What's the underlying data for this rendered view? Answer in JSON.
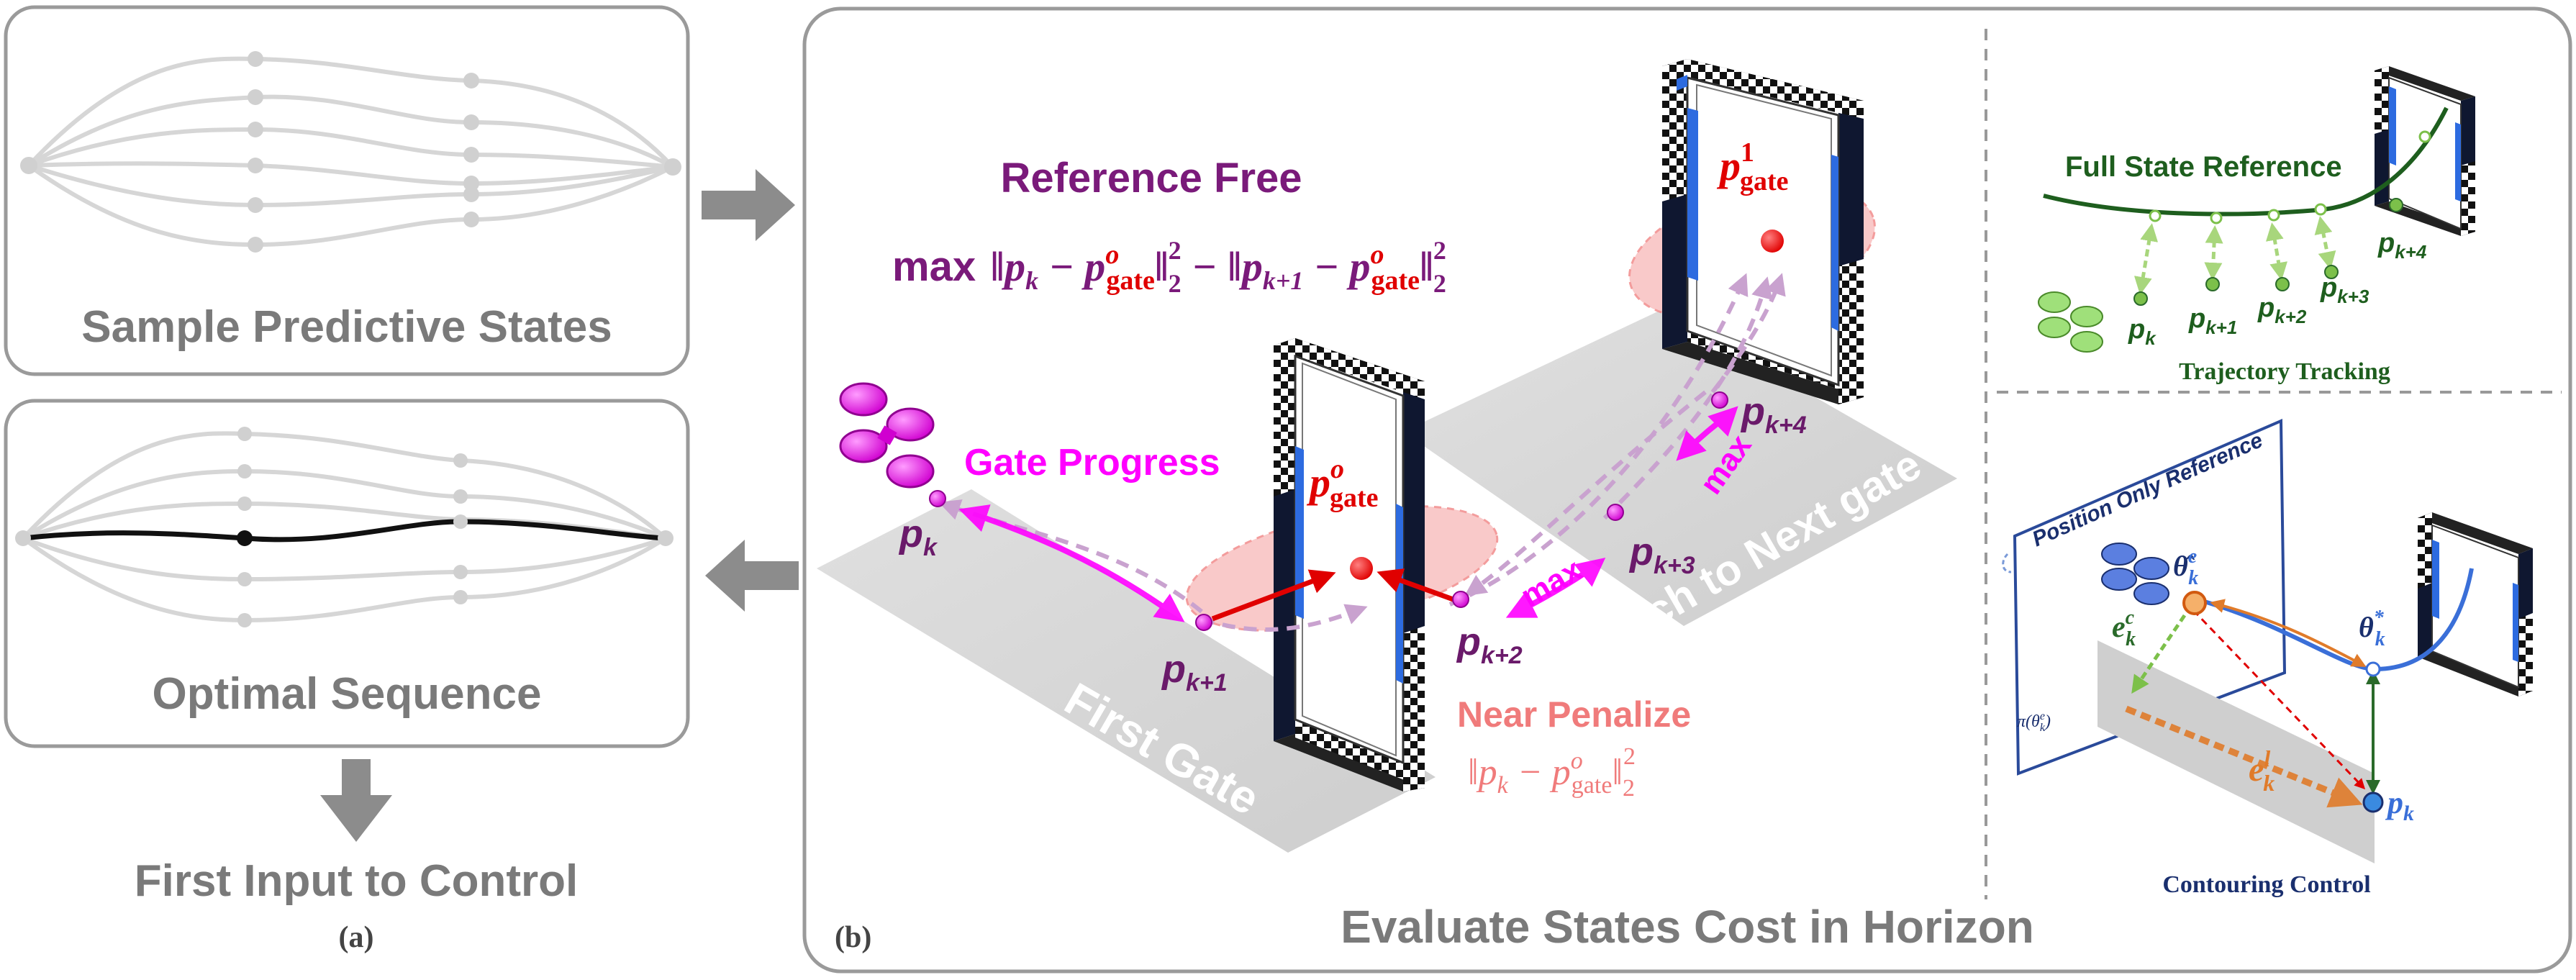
{
  "panel_a": {
    "top_box_title": "Sample Predictive States",
    "bottom_box_title": "Optimal Sequence",
    "output_label": "First Input to Control",
    "caption": "(a)"
  },
  "panel_b": {
    "caption": "(b)",
    "title": "Evaluate States Cost in Horizon",
    "reference_free": {
      "title": "Reference Free",
      "formula_prefix": "max",
      "formula_term1": "‖p",
      "formula_k": "k",
      "formula_minus1": " − p",
      "formula_gate": "gate",
      "formula_o": "o",
      "formula_norm": "‖",
      "formula_sub2": "2",
      "formula_sup2": "2",
      "formula_minus2": " − ‖p",
      "formula_k1": "k+1",
      "formula_minus3": " − p"
    },
    "gate_progress_label": "Gate Progress",
    "near_penalize": {
      "title": "Near Penalize",
      "formula_a": "‖p",
      "formula_k": "k",
      "formula_b": " − p",
      "formula_gate": "gate",
      "formula_o": "o",
      "formula_norm": "‖",
      "formula_sub2": "2",
      "formula_sup2": "2"
    },
    "first_gate_label": "First Gate",
    "switch_gate_label": "Switch to Next gate",
    "gate1_label": {
      "base": "p",
      "sup": "o",
      "sub": "gate"
    },
    "gate2_label": {
      "base": "p",
      "sup": "1",
      "sub": "gate"
    },
    "max_labels": [
      "max",
      "max"
    ],
    "points": [
      {
        "base": "p",
        "sub": "k"
      },
      {
        "base": "p",
        "sub": "k+1"
      },
      {
        "base": "p",
        "sub": "k+2"
      },
      {
        "base": "p",
        "sub": "k+3"
      },
      {
        "base": "p",
        "sub": "k+4"
      }
    ]
  },
  "panel_tt": {
    "label": "Full State Reference",
    "caption": "Trajectory Tracking",
    "points": [
      {
        "base": "p",
        "sub": "k"
      },
      {
        "base": "p",
        "sub": "k+1"
      },
      {
        "base": "p",
        "sub": "k+2"
      },
      {
        "base": "p",
        "sub": "k+3"
      },
      {
        "base": "p",
        "sub": "k+4"
      }
    ]
  },
  "panel_cc": {
    "plane_label": "Position Only Reference",
    "caption": "Contouring Control",
    "theta_e": {
      "base": "θ̂",
      "sup": "e",
      "sub": "k"
    },
    "theta_star": {
      "base": "θ",
      "sup": "*",
      "sub": "k"
    },
    "e_c": {
      "base": "e",
      "sup": "c",
      "sub": "k"
    },
    "e_l": {
      "base": "e",
      "sup": "l",
      "sub": "k"
    },
    "pi_label": "π(θ",
    "pi_sup": "e",
    "pi_sub": "k",
    "pi_close": ")",
    "pk": {
      "base": "p",
      "sub": "k"
    }
  },
  "colors": {
    "purple": "#7a1a7a",
    "magenta": "#ff00ff",
    "red": "#e00000",
    "pink": "#f07b7b",
    "gray_text": "#7a7a7a",
    "green_dark": "#1e5e1e",
    "green_light": "#a8d67c",
    "blue": "#3a6fd8",
    "orange": "#e07b2a",
    "navy": "#1a2f6e"
  }
}
